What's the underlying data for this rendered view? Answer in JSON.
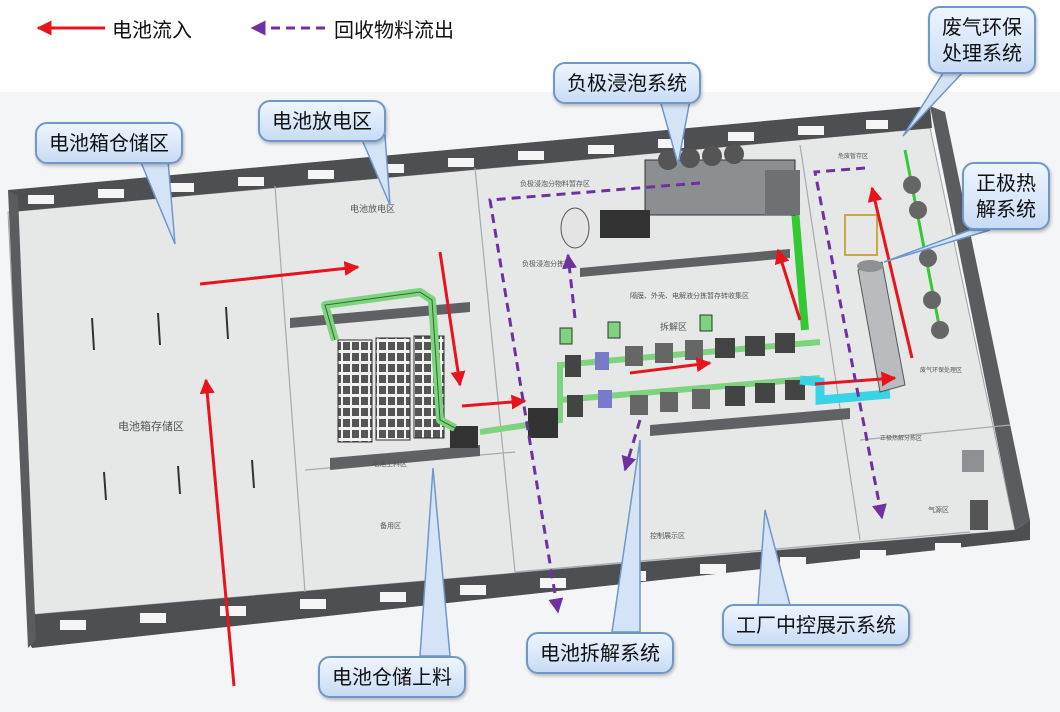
{
  "legend": {
    "battery_in": "电池流入",
    "recycle_out": "回收物料流出"
  },
  "callouts": {
    "box_storage": "电池箱仓储区",
    "discharge": "电池放电区",
    "anode_soak": "负极浸泡系统",
    "exhaust": [
      "废气环保",
      "处理系统"
    ],
    "cathode_pyro": [
      "正极热",
      "解系统"
    ],
    "central_control": "工厂中控展示系统",
    "disassembly": "电池拆解系统",
    "feeding": "电池仓储上料"
  },
  "floor_labels": {
    "box_storage_zone": "电池箱存储区",
    "discharge_zone": "电池放电区",
    "anode_storage": "负极浸泡分物料暂存区",
    "anode_soak_zone": "负极浸泡分拣区",
    "material_sort": "隔膜、外壳、电解液分拣暂存转收集区",
    "disassembly_zone": "拆解区",
    "feeding_zone": "电池上料区",
    "spare_zone": "备用区",
    "control_zone": "控制展示区",
    "exhaust_zone": "废气环保处理区",
    "cathode_zone": "正极热解分拣区",
    "gas_zone": "气源区",
    "waste_zone": "危废暂存区"
  },
  "colors": {
    "battery_in": "#e8141c",
    "recycle_out": "#7030a0",
    "callout_border": "#6f97c9",
    "floor": "#e6e8e8",
    "wall": "#4d4f52",
    "conveyor_green": "#7ed37e",
    "conveyor_cyan": "#39d3e8"
  }
}
